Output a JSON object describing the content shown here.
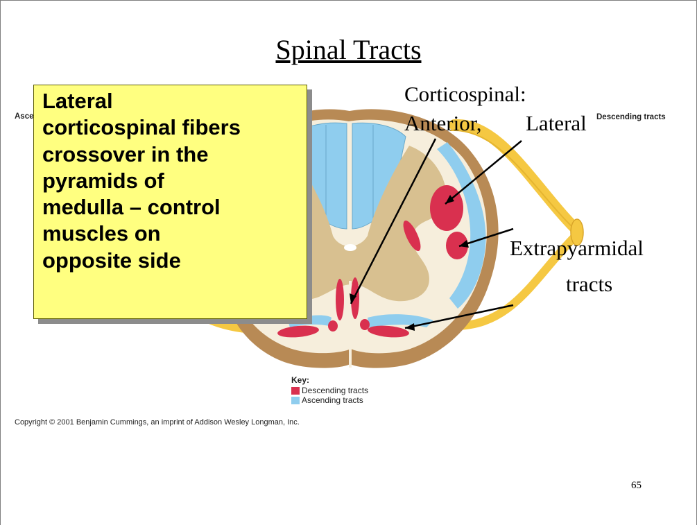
{
  "slide": {
    "title": "Spinal Tracts",
    "page_number": "65"
  },
  "callout": {
    "lines": [
      "Lateral",
      "corticospinal fibers",
      "crossover in the",
      "pyramids of",
      "medulla – control",
      "muscles on",
      "opposite side"
    ]
  },
  "labels": {
    "corticospinal": "Corticospinal:",
    "anterior": "Anterior,",
    "lateral": "Lateral",
    "extrapyramidal_line1": "Extrapyarmidal",
    "extrapyramidal_line2": "tracts",
    "descending_tracts": "Descending tracts",
    "ascending_tracts_cut": "Ascending tracts"
  },
  "key": {
    "title": "Key:",
    "items": [
      {
        "label": "Descending tracts",
        "color": "#d9304f"
      },
      {
        "label": "Ascending tracts",
        "color": "#8fcdee"
      }
    ]
  },
  "copyright": "Copyright © 2001 Benjamin Cummings, an imprint of Addison Wesley Longman, Inc.",
  "colors": {
    "callout_fill": "#ffff80",
    "descending": "#d9304f",
    "ascending": "#8fcdee",
    "white_matter": "#f6eedc",
    "gray_matter": "#d8c090",
    "outer_rim": "#b88a55",
    "nerve_root": "#f5c842"
  }
}
